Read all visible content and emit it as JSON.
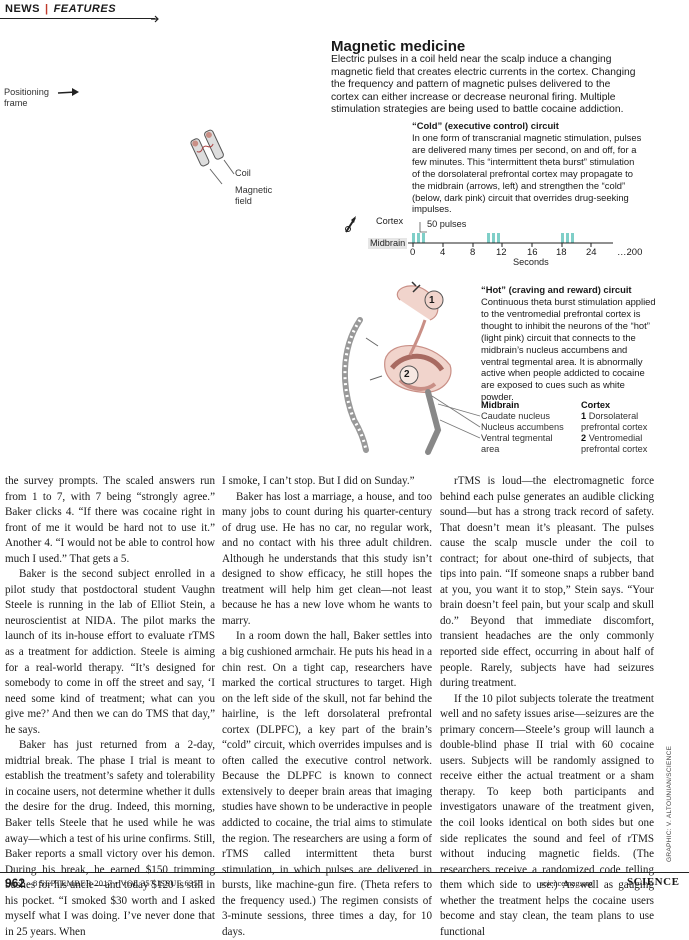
{
  "header": {
    "section": "NEWS",
    "subsection": "FEATURES"
  },
  "figure": {
    "title": "Magnetic medicine",
    "intro": "Electric pulses in a coil held near the scalp induce a changing magnetic field that creates electric currents in the cortex. Changing the frequency and pattern of magnetic pulses delivered to the cortex can either increase or decrease neuronal firing. Multiple stimulation strategies are being used to battle cocaine addiction.",
    "labels": {
      "positioning_frame": [
        "Positioning",
        "frame"
      ],
      "coil": "Coil",
      "magnetic_field": [
        "Magnetic",
        "field"
      ],
      "cortex": "Cortex",
      "midbrain": "Midbrain",
      "pulses": "50 pulses",
      "seconds": "Seconds"
    },
    "timeline_ticks": [
      "0",
      "4",
      "8",
      "12",
      "16",
      "18",
      "24",
      "…200"
    ],
    "cold": {
      "heading": "“Cold” (executive control) circuit",
      "text": "In one form of transcranial magnetic stimulation, pulses are delivered many times per second, on and off, for a few minutes. This “intermittent theta burst” stimulation of the dorsolateral prefrontal cortex may propagate to the midbrain (arrows, left) and strengthen the “cold” (below, dark pink) circuit that overrides drug-seeking impulses."
    },
    "hot": {
      "heading": "“Hot” (craving and reward) circuit",
      "text": "Continuous theta burst stimulation applied to the ventromedial prefrontal cortex is thought to inhibit the neurons of the “hot” (light pink) circuit that connects to the midbrain’s nucleus accumbens and ventral tegmental area. It is abnormally active when people addicted to cocaine are exposed to cues such as white powder."
    },
    "legend": {
      "midbrain_title": "Midbrain",
      "midbrain_items": [
        "Caudate nucleus",
        "Nucleus accumbens",
        "Ventral tegmental",
        "area"
      ],
      "cortex_title": "Cortex",
      "cortex_items": [
        {
          "num": "1",
          "lines": [
            "Dorsolateral",
            "prefrontal cortex"
          ]
        },
        {
          "num": "2",
          "lines": [
            "Ventromedial",
            "prefrontal cortex"
          ]
        }
      ],
      "markers": [
        "1",
        "2"
      ]
    }
  },
  "columns": [
    [
      "the survey prompts. The scaled answers run from 1 to 7, with 7 being “strongly agree.” Baker clicks 4. “If there was cocaine right in front of me it would be hard not to use it.” Another 4. “I would not be able to control how much I used.” That gets a 5.",
      "Baker is the second subject enrolled in a pilot study that postdoctoral student Vaughn Steele is running in the lab of Elliot Stein, a neuroscientist at NIDA. The pilot marks the launch of its in-house effort to evaluate rTMS as a treatment for addiction. Steele is aiming for a real-world therapy. “It’s designed for somebody to come in off the street and say, ‘I need some kind of treatment; what can you give me?’ And then we can do TMS that day,” he says.",
      "Baker has just returned from a 2-day, midtrial break. The phase I trial is meant to establish the treatment’s safety and tolerability in cocaine users, not determine whether it dulls the desire for the drug. Indeed, this morning, Baker tells Steele that he used while he was away—which a test of his urine confirms. Still, Baker reports a small victory over his demon. During his break, he earned $150 trimming bushes for his uncle—and today $120 is still in his pocket. “I smoked $30 worth and I asked myself what I was doing. I’ve never done that in 25 years. When"
    ],
    [
      "I smoke, I can’t stop. But I did on Sunday.”",
      "Baker has lost a marriage, a house, and too many jobs to count during his quarter-century of drug use. He has no car, no regular work, and no contact with his three adult children. Although he understands that this study isn’t designed to show efficacy, he still hopes the treatment will help him get clean—not least because he has a new love whom he wants to marry.",
      "In a room down the hall, Baker settles into a big cushioned armchair. He puts his head in a chin rest. On a tight cap, researchers have marked the cortical structures to target. High on the left side of the skull, not far behind the hairline, is the left dorsolateral prefrontal cortex (DLPFC), a key part of the brain’s “cold” circuit, which overrides impulses and is often called the executive control network. Because the DLPFC is known to connect extensively to deeper brain areas that imaging studies have shown to be underactive in people addicted to cocaine, the trial aims to stimulate the region. The researchers are using a form of rTMS called intermittent theta burst stimulation, in which pulses are delivered in bursts, like machine-gun fire. (Theta refers to the frequency used.) The regimen consists of 3-minute sessions, three times a day, for 10 days."
    ],
    [
      "rTMS is loud—the electromagnetic force behind each pulse generates an audible clicking sound—but has a strong track record of safety. That doesn’t mean it’s pleasant. The pulses cause the scalp muscle under the coil to contract; for about one-third of subjects, that tips into pain. “If someone snaps a rubber band at you, you want it to stop,” Stein says. “Your brain doesn’t feel pain, but your scalp and skull do.” Beyond that immediate discomfort, transient headaches are the only commonly reported side effect, occurring in about half of people. Rarely, subjects have had seizures during treatment.",
      "If the 10 pilot subjects tolerate the treatment well and no safety issues arise—seizures are the primary concern—Steele’s group will launch a double-blind phase II trial with 60 cocaine users. Subjects will be randomly assigned to receive either the actual treatment or a sham therapy. To keep both participants and investigators unaware of the treatment given, the coil looks identical on both sides but one side replicates the sound and feel of rTMS without inducing magnetic fields. (The researchers receive a randomized code telling them which side to use.) As well as gauging whether the treatment helps the cocaine users become and stay clean, the team plans to use functional"
    ]
  ],
  "credit": "GRAPHIC: V. ALTOUNIAN/SCIENCE",
  "footer": {
    "page": "962",
    "date": "8 SEPTEMBER 2017 • VOL 357 ISSUE 6355",
    "site": "sciencemag.org",
    "journal": "SCIENCE"
  },
  "colors": {
    "teal": "#7fcfc8",
    "dark_pink": "#c98f86",
    "light_pink": "#f1d4cc",
    "accent_red": "#c0392b"
  }
}
